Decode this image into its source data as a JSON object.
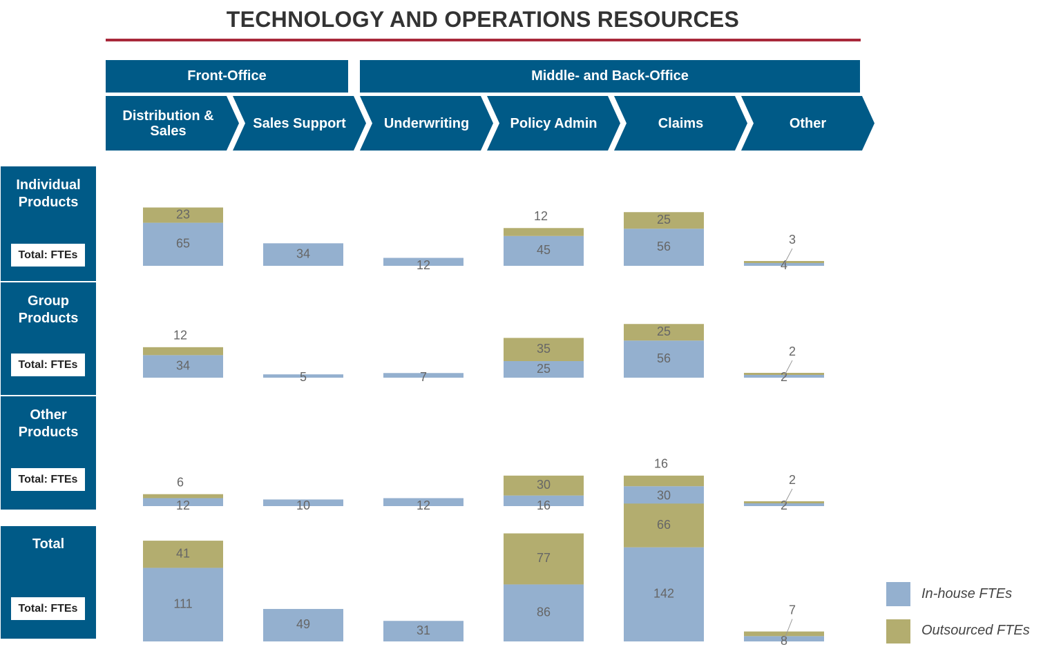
{
  "title": "TECHNOLOGY AND OPERATIONS RESOURCES",
  "groups": [
    {
      "label": "Front-Office"
    },
    {
      "label": "Middle- and Back-Office"
    }
  ],
  "stages": [
    {
      "label": "Distribution & Sales"
    },
    {
      "label": "Sales Support"
    },
    {
      "label": "Underwriting"
    },
    {
      "label": "Policy Admin"
    },
    {
      "label": "Claims"
    },
    {
      "label": "Other"
    }
  ],
  "rows": [
    {
      "title": "Individual Products",
      "total_label": "Total: FTEs"
    },
    {
      "title": "Group Products",
      "total_label": "Total: FTEs"
    },
    {
      "title": "Other Products",
      "total_label": "Total: FTEs"
    },
    {
      "title": "Total",
      "total_label": "Total: FTEs"
    }
  ],
  "legend": {
    "inhouse": "In-house FTEs",
    "outsourced": "Outsourced FTEs"
  },
  "colors": {
    "header": "#005a87",
    "title_rule": "#a8283a",
    "inhouse": "#94b0cf",
    "outsourced": "#b3ad6f"
  },
  "chart_data": {
    "type": "bar",
    "stacked": true,
    "categories": [
      "Distribution & Sales",
      "Sales Support",
      "Underwriting",
      "Policy Admin",
      "Claims",
      "Other"
    ],
    "panels": [
      {
        "name": "Individual Products",
        "series": [
          {
            "name": "In-house FTEs",
            "values": [
              65,
              34,
              12,
              45,
              56,
              4
            ]
          },
          {
            "name": "Outsourced FTEs",
            "values": [
              23,
              null,
              null,
              12,
              25,
              3
            ]
          }
        ]
      },
      {
        "name": "Group Products",
        "series": [
          {
            "name": "In-house FTEs",
            "values": [
              34,
              5,
              7,
              25,
              56,
              2
            ]
          },
          {
            "name": "Outsourced FTEs",
            "values": [
              12,
              null,
              null,
              35,
              25,
              2
            ]
          }
        ]
      },
      {
        "name": "Other Products",
        "series": [
          {
            "name": "In-house FTEs",
            "values": [
              12,
              10,
              12,
              16,
              30,
              2
            ]
          },
          {
            "name": "Outsourced FTEs",
            "values": [
              6,
              null,
              null,
              30,
              16,
              2
            ]
          }
        ]
      },
      {
        "name": "Total",
        "series": [
          {
            "name": "In-house FTEs",
            "values": [
              111,
              49,
              31,
              86,
              142,
              8
            ]
          },
          {
            "name": "Outsourced FTEs",
            "values": [
              41,
              null,
              null,
              77,
              66,
              7
            ]
          }
        ]
      }
    ]
  }
}
